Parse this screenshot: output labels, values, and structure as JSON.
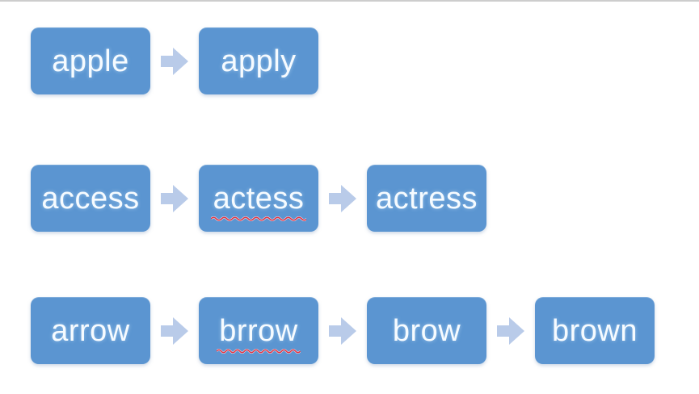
{
  "diagram": {
    "description": "word ladder diagram",
    "connector_style": "block-arrow-right",
    "rows": [
      {
        "items": [
          {
            "label": "apple",
            "misspelled": false
          },
          {
            "label": "apply",
            "misspelled": false
          }
        ]
      },
      {
        "items": [
          {
            "label": "access",
            "misspelled": false
          },
          {
            "label": "actess",
            "misspelled": true
          },
          {
            "label": "actress",
            "misspelled": false
          }
        ]
      },
      {
        "items": [
          {
            "label": "arrow",
            "misspelled": false
          },
          {
            "label": "brrow",
            "misspelled": true
          },
          {
            "label": "brow",
            "misspelled": false
          },
          {
            "label": "brown",
            "misspelled": false
          }
        ]
      }
    ],
    "colors": {
      "box_fill": "#5b95d1",
      "box_text": "#f6fbff",
      "arrow_fill": "#b9cbe9",
      "squiggle_red": "#e23242",
      "background": "#ffffff",
      "top_border": "#cdcdcd"
    }
  }
}
